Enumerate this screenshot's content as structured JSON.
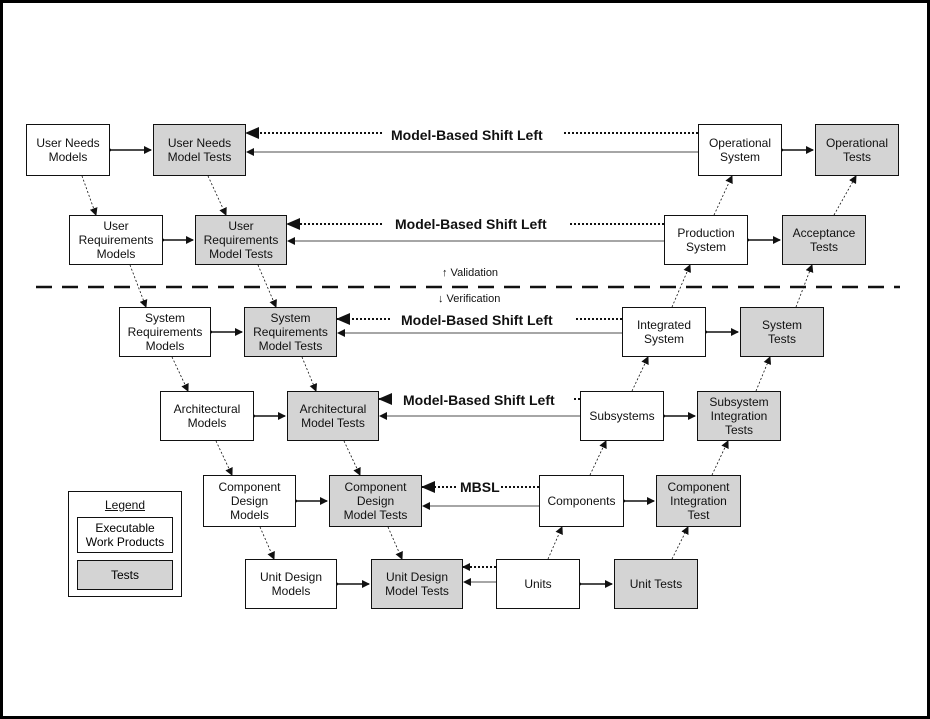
{
  "boxes": {
    "user_needs_models": "User Needs\nModels",
    "user_needs_model_tests": "User Needs\nModel Tests",
    "operational_system": "Operational\nSystem",
    "operational_tests": "Operational\nTests",
    "user_requirements_models": "User\nRequirements\nModels",
    "user_requirements_model_tests": "User\nRequirements\nModel Tests",
    "production_system": "Production\nSystem",
    "acceptance_tests": "Acceptance\nTests",
    "system_requirements_models": "System\nRequirements\nModels",
    "system_requirements_model_tests": "System\nRequirements\nModel Tests",
    "integrated_system": "Integrated\nSystem",
    "system_tests": "System\nTests",
    "architectural_models": "Architectural\nModels",
    "architectural_model_tests": "Architectural\nModel Tests",
    "subsystems": "Subsystems",
    "subsystem_integration_tests": "Subsystem\nIntegration\nTests",
    "component_design_models": "Component\nDesign\nModels",
    "component_design_model_tests": "Component\nDesign\nModel Tests",
    "components": "Components",
    "component_integration_test": "Component\nIntegration\nTest",
    "unit_design_models": "Unit Design\nModels",
    "unit_design_model_tests": "Unit Design\nModel Tests",
    "units": "Units",
    "unit_tests": "Unit Tests"
  },
  "shift_labels": {
    "level1": "Model-Based Shift Left",
    "level2": "Model-Based Shift Left",
    "level3": "Model-Based Shift Left",
    "level4": "Model-Based Shift Left",
    "level5": "MBSL"
  },
  "divider": {
    "validation": "↑ Validation",
    "verification": "↓ Verification"
  },
  "legend": {
    "title": "Legend",
    "executable": "Executable\nWork Products",
    "tests": "Tests"
  },
  "colors": {
    "test_fill": "#d4d4d4",
    "work_product_fill": "#ffffff",
    "line": "#111111"
  }
}
